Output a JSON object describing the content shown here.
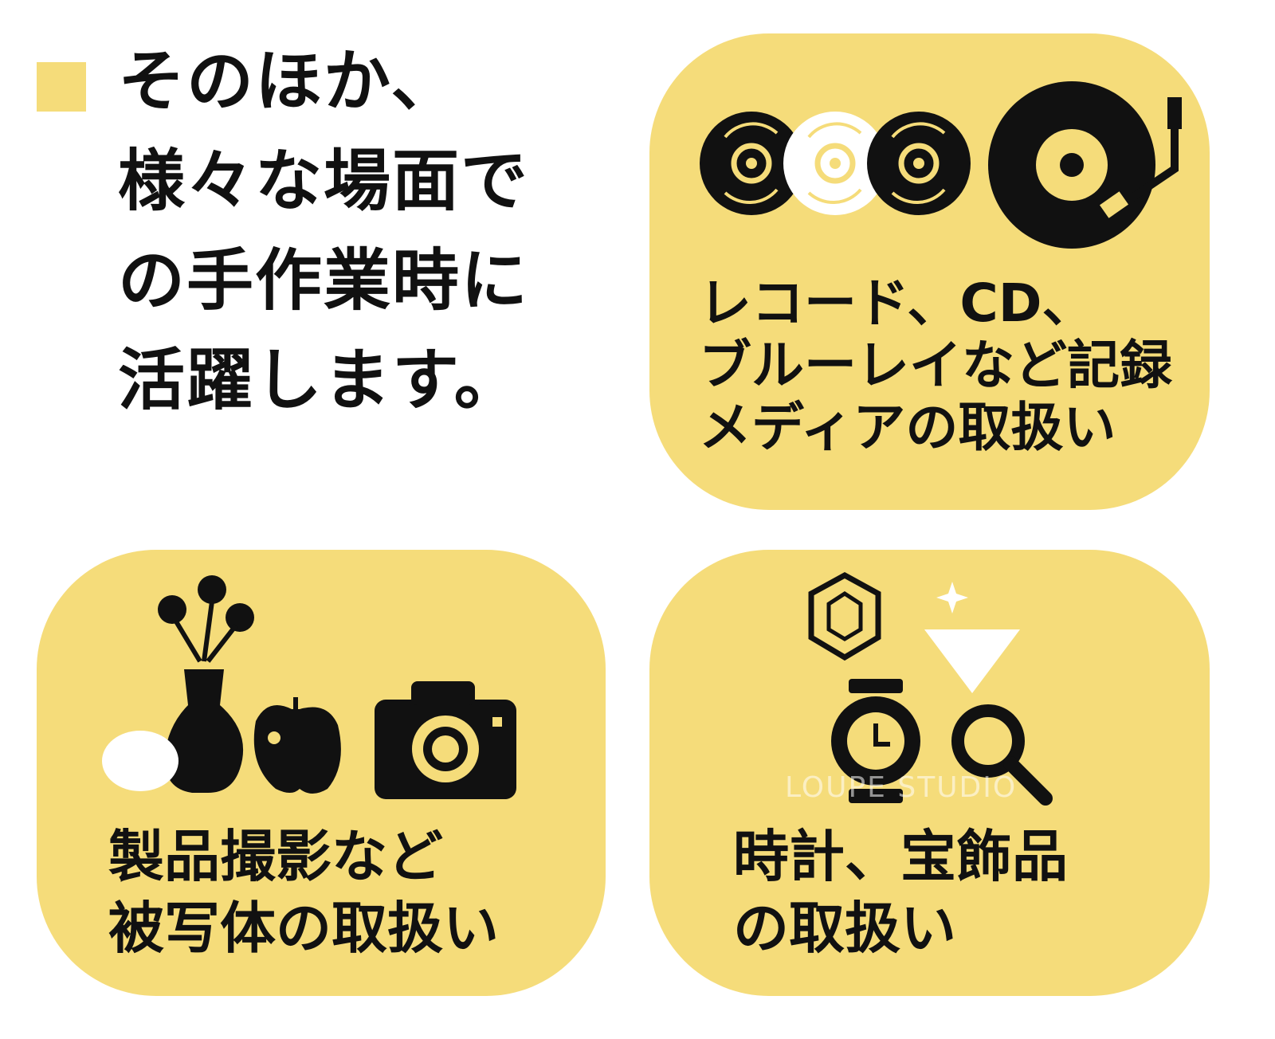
{
  "heading": {
    "lines": [
      "そのほか、",
      "様々な場面で",
      "の手作業時に",
      "活躍します。"
    ]
  },
  "cards": [
    {
      "icons": [
        "vinyl-record-icon",
        "cd-icon",
        "turntable-icon"
      ],
      "lines": [
        "レコード、CD、",
        "ブルーレイなど記録",
        "メディアの取扱い"
      ]
    },
    {
      "icons": [
        "lemon-icon",
        "flower-vase-icon",
        "apple-icon",
        "camera-icon"
      ],
      "lines": [
        "製品撮影など",
        "被写体の取扱い"
      ]
    },
    {
      "icons": [
        "gem-icon",
        "diamond-icon",
        "watch-icon",
        "magnifier-icon"
      ],
      "lines": [
        "時計、宝飾品",
        "の取扱い"
      ]
    }
  ],
  "watermark": "LOUPE STUDIO",
  "colors": {
    "accent": "#F5DC7A",
    "ink": "#111111"
  }
}
